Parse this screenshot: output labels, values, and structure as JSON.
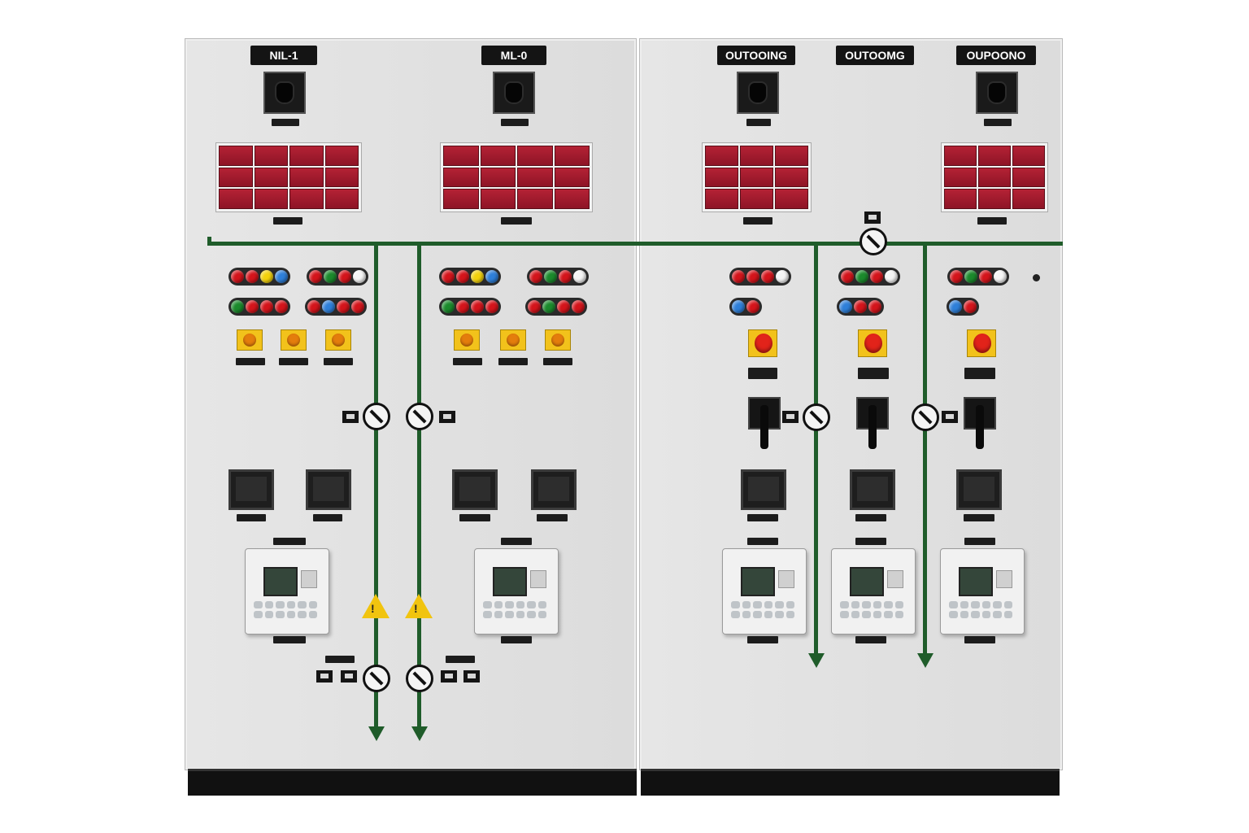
{
  "panel_labels": [
    "NIL-1",
    "ML-0",
    "OUTOOING",
    "OUTOOMG",
    "OUPOONO"
  ],
  "colors": {
    "cabinet": "#e2e2e2",
    "busbar": "#1f5c2a",
    "annunciator": "#a51b2e",
    "lamp_red": "#d4141b",
    "lamp_green": "#1b8a2c",
    "lamp_blue": "#2e7fd9",
    "lamp_yellow": "#f2d20c",
    "lamp_white": "#f5f5f5",
    "pushbutton_yellow": "#f2c21b",
    "estop_red": "#e2231a"
  },
  "icons": [
    "selector-switch-icon",
    "disconnect-switch-icon",
    "warning-triangle-icon",
    "flow-arrow-icon",
    "indicator-lamp-icon"
  ]
}
